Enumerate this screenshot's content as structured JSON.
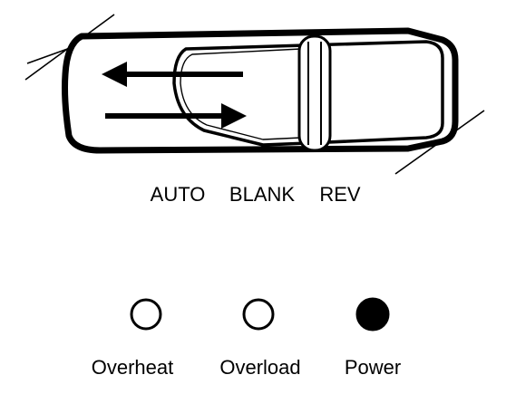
{
  "switch": {
    "positions": [
      "AUTO",
      "BLANK",
      "REV"
    ]
  },
  "indicators": [
    {
      "label": "Overheat",
      "state": "off"
    },
    {
      "label": "Overload",
      "state": "off"
    },
    {
      "label": "Power",
      "state": "on"
    }
  ],
  "colors": {
    "ink": "#000000",
    "background": "#ffffff"
  },
  "icons": [
    "arrow-left-icon",
    "arrow-right-icon"
  ]
}
